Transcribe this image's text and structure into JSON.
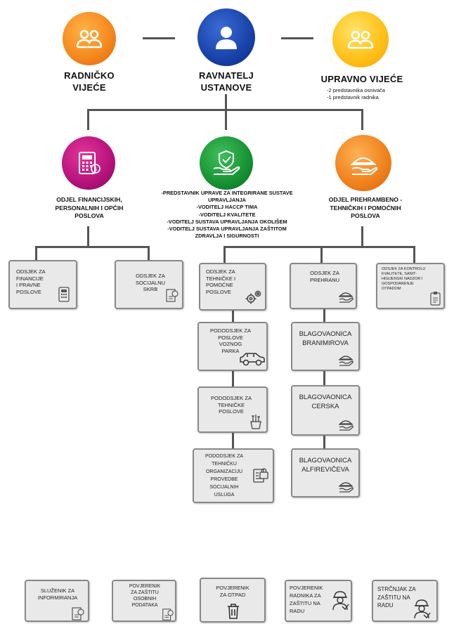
{
  "top": {
    "left": {
      "line1": "RADNIČKO",
      "line2": "VIJEĆE",
      "icon": "group-icon"
    },
    "center": {
      "line1": "RAVNATELJ",
      "line2": "USTANOVE",
      "icon": "person-icon"
    },
    "right": {
      "line1": "UPRAVNO VIJEĆE",
      "note1": "-2 predstavnika osnivača",
      "note2": "-1 predstavnik radnika",
      "icon": "group-icon"
    }
  },
  "departments": {
    "left": {
      "l1": "ODJEL FINANCIJSKIH,",
      "l2": "PERSONALNIH I OPĆIH",
      "l3": "POSLOVA",
      "icon": "calculator-icon"
    },
    "center": {
      "l1": "-PREDSTAVNIK UPRAVE ZA INTEGRIRANE SUSTAVE",
      "l2": "UPRAVLJANJA",
      "l3": "-VODITELJ HACCP TIMA",
      "l4": "-VODITELJ KVALITETE",
      "l5": "-VODITELJ SUSTAVA UPRAVLJANJA OKOLIŠEM",
      "l6": "-VODITELJ SUSTAVA UPRAVLJANJA ZAŠTITOM",
      "l7": "ZDRAVLJA I SIGURNOSTI",
      "icon": "shield-hand-icon"
    },
    "right": {
      "l1": "ODJEL PREHRAMBENO -",
      "l2": "TEHNIČKIH I POMOĆNIH",
      "l3": "POSLOVA",
      "icon": "food-tray-icon"
    }
  },
  "sections": {
    "financije": {
      "lines": [
        "ODSJEK ZA",
        "FINANCIJE",
        "I PRAVNE",
        "POSLOVE"
      ],
      "icon": "calculator-icon"
    },
    "socijalna": {
      "lines": [
        "ODSJEK ZA",
        "SOCIJALNU",
        "SKRB"
      ],
      "icon": "document-icon"
    },
    "tehnicke": {
      "lines": [
        "ODSJEK ZA",
        "TEHNIČKE I",
        "POMOĆNE",
        "POSLOVE"
      ],
      "icon": "gears-icon"
    },
    "prehrana": {
      "lines": [
        "ODSJEK ZA",
        "PREHRANU"
      ],
      "icon": "food-tray-icon"
    },
    "kontrola": {
      "lines": [
        "ODSJEK ZA KONTROLU",
        "KVALITETE, SANIT-",
        "HIGIJENSKI NADZOR I",
        "GOSPODARENJE",
        "OTPADOM"
      ],
      "icon": "clipboard-icon"
    }
  },
  "subsections": {
    "vozni": {
      "lines": [
        "PODODSJEK ZA",
        "POSLOVE",
        "VOZNOG",
        "PARKA"
      ],
      "icon": "car-icon"
    },
    "tehnicki": {
      "lines": [
        "PODODSJEK ZA",
        "TEHNIČKE",
        "POSLOVE"
      ],
      "icon": "tools-icon"
    },
    "organizacija": {
      "lines": [
        "PODODSJEK ZA",
        "TEHNIČKU",
        "ORGANIZACIJU",
        "PROVEDBE",
        "SOCIJALNIH",
        "USLUGA"
      ],
      "icon": "lock-icon"
    }
  },
  "canteens": {
    "branimirova": {
      "lines": [
        "BLAGOVAONICA",
        "BRANIMIROVA"
      ],
      "icon": "food-tray-icon"
    },
    "cerska": {
      "lines": [
        "BLAGOVAONICA",
        "CERSKA"
      ],
      "icon": "food-tray-icon"
    },
    "alfireviceva": {
      "lines": [
        "BLAGOVAONICA",
        "ALFIREVIČEVA"
      ],
      "icon": "food-tray-icon"
    }
  },
  "officers": {
    "informiranje": {
      "lines": [
        "SLUŽENIK ZA",
        "INFORMIRANJA"
      ],
      "icon": "document-icon"
    },
    "osobni": {
      "lines": [
        "POVJERENIK",
        "ZA ZAŠTITU",
        "OSOBNIH",
        "PODATAKA"
      ],
      "icon": "document-icon"
    },
    "otpad": {
      "lines": [
        "POVJERENIK",
        "ZA OTPAD"
      ],
      "icon": "trash-icon"
    },
    "radnici": {
      "lines": [
        "POVJERENIK",
        "RADNIKA ZA",
        "ZAŠTITU NA",
        "RADU"
      ],
      "icon": "worker-icon"
    },
    "strucnjak": {
      "lines": [
        "STRČNJAK ZA",
        "ZAŠTITU NA",
        "RADU"
      ],
      "icon": "worker-icon"
    }
  }
}
